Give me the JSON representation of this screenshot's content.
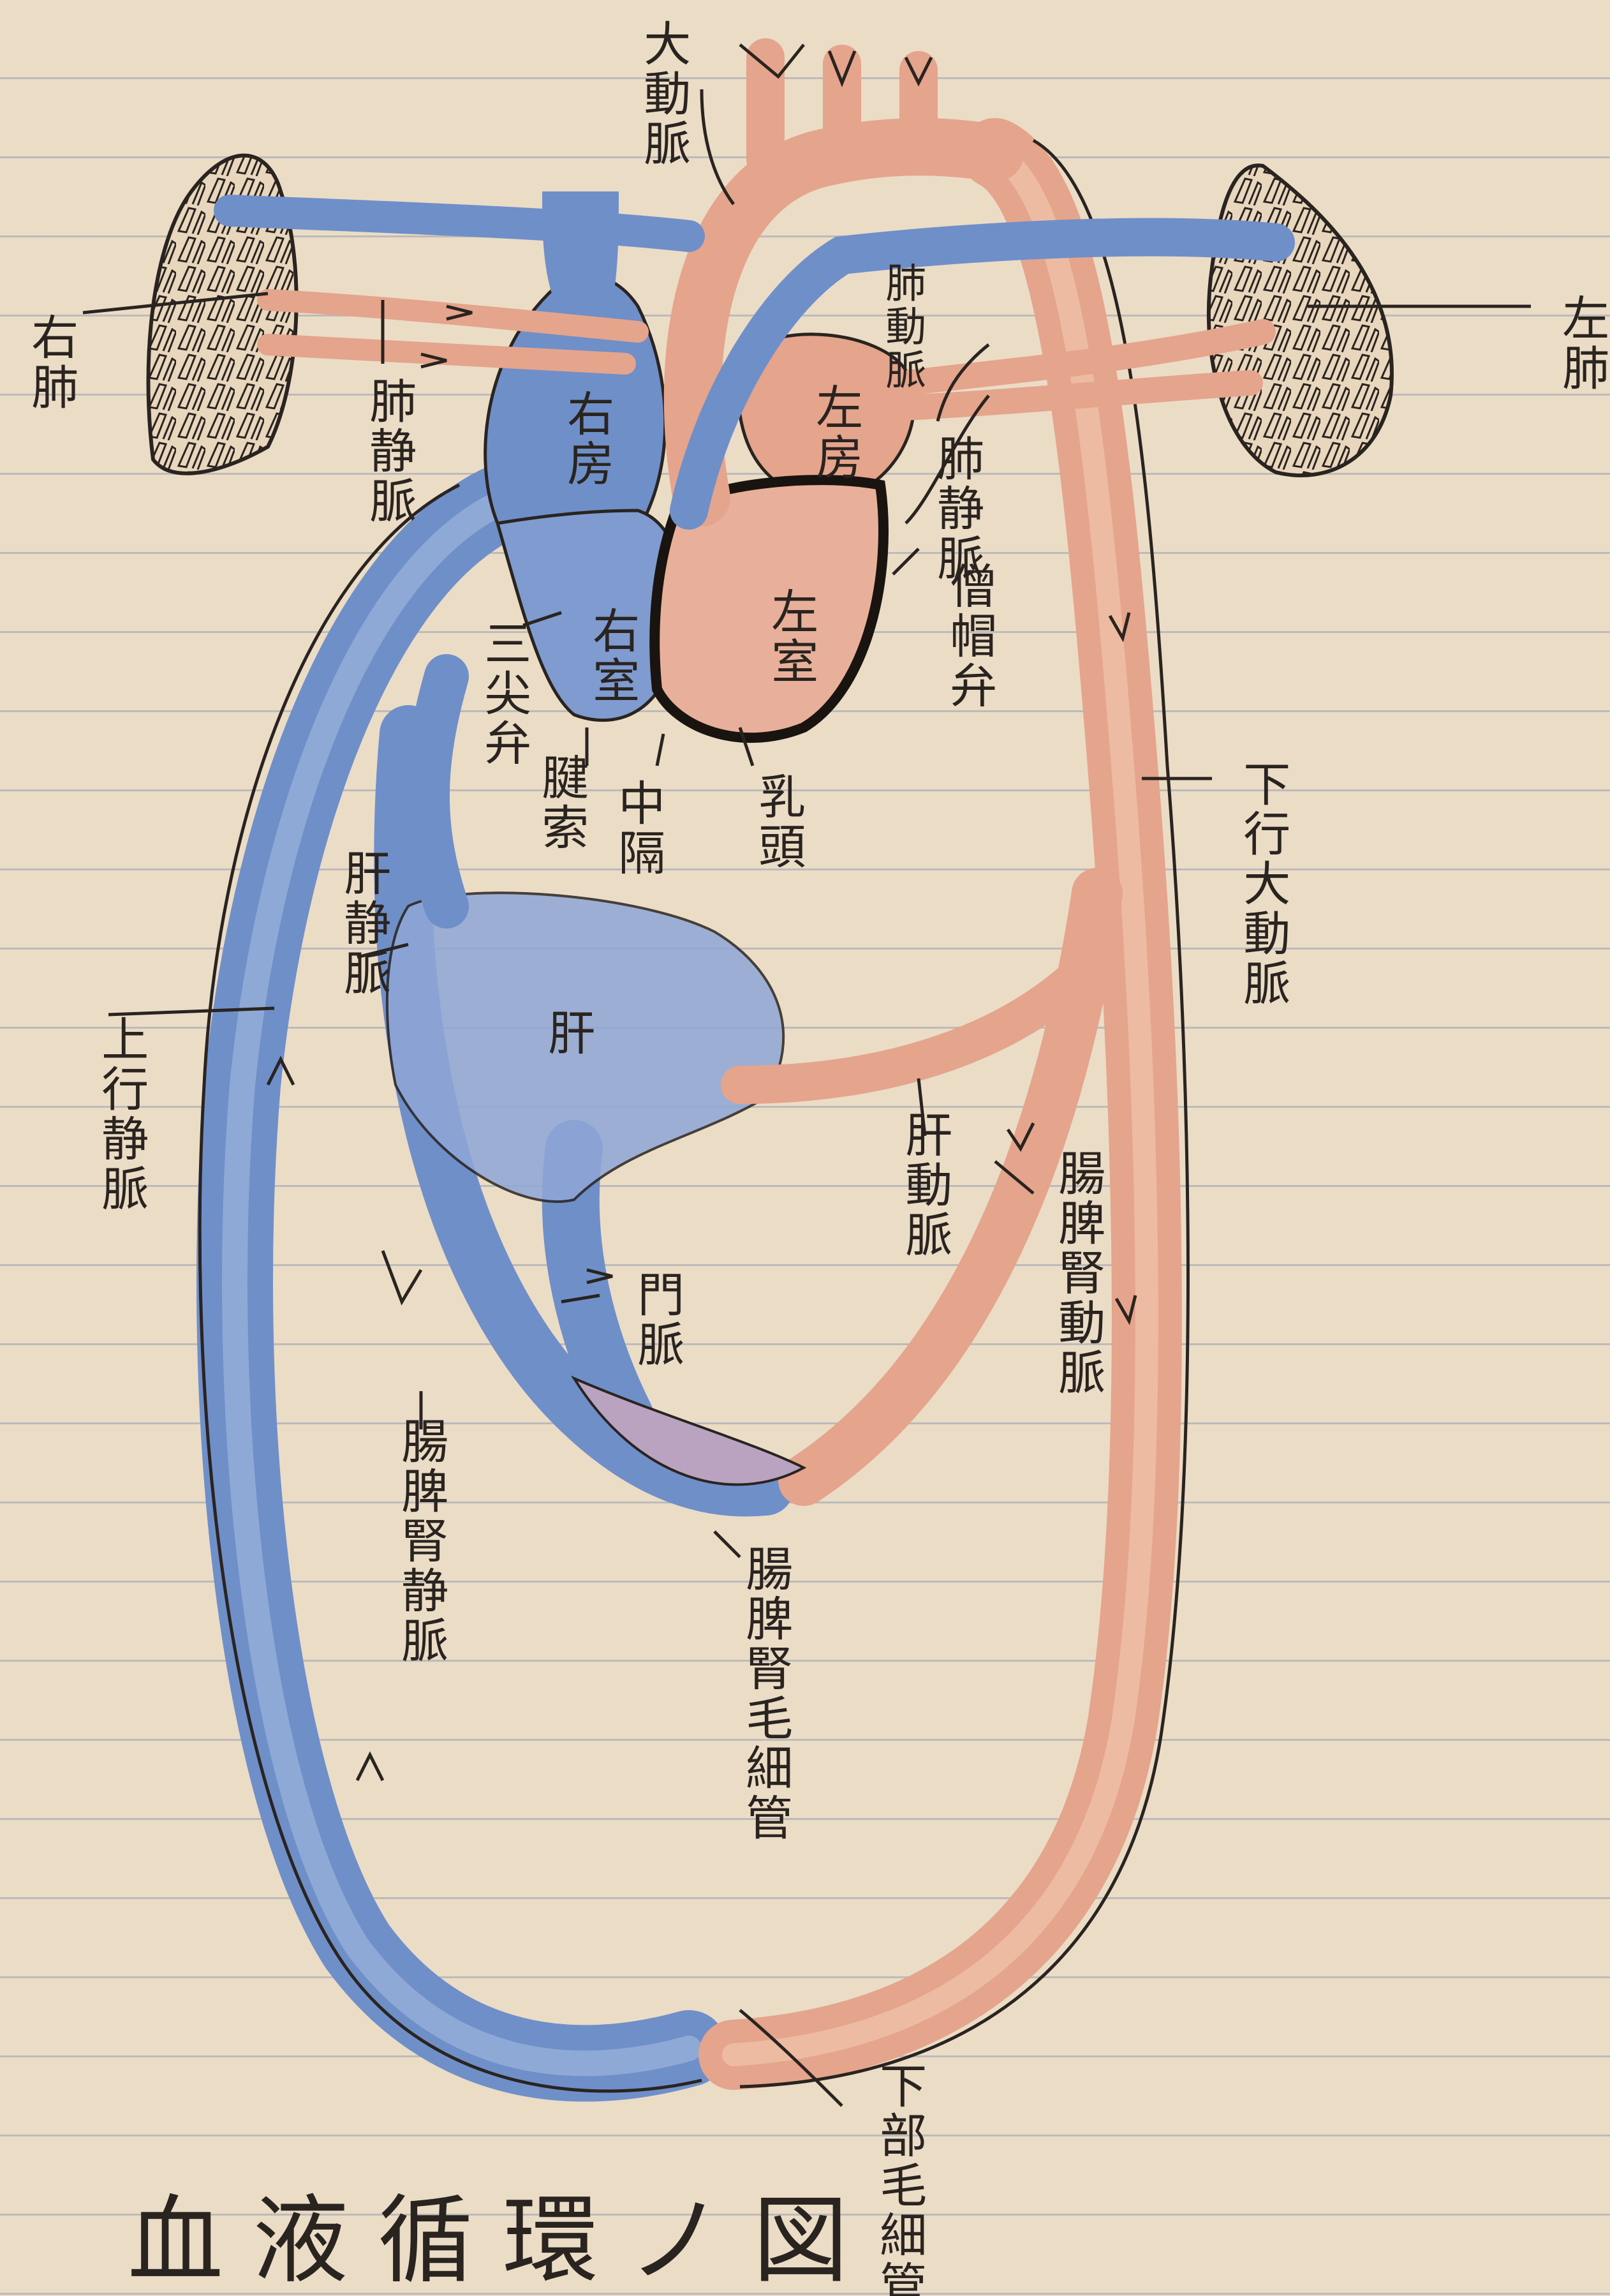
{
  "title": "血液循環ノ図",
  "labels": {
    "aorta": "大動脈",
    "pulmonary_artery": "肺動脈",
    "right_lung": "右肺",
    "left_lung": "左肺",
    "pulmonary_vein_left": "肺静脈",
    "pulmonary_vein_right": "肺静脈",
    "right_atrium": "右房",
    "left_atrium": "左房",
    "right_ventricle": "右室",
    "left_ventricle": "左室",
    "tricuspid_valve": "三尖弁",
    "bicuspid_valve": "僧帽弁",
    "tendon_cords": "腱索",
    "papillary_muscle": "乳頭",
    "septum": "中隔",
    "descending_aorta": "下行大動脈",
    "hepatic_vein": "肝静脈",
    "ascending_vein": "上行静脈",
    "liver": "肝",
    "hepatic_artery": "肝動脈",
    "intestinal_artery": "腸脾腎動脈",
    "portal_vein": "門脈",
    "intestinal_vein": "腸脾腎静脈",
    "intestinal_capillaries": "腸脾腎毛細管",
    "lower_capillaries": "下部毛細管"
  },
  "colors": {
    "paper": "#ebdcc6",
    "ruled_line": "#96a0af",
    "venous_blue": "#6f8fc9",
    "venous_blue_light": "#9db3dc",
    "arterial_red": "#e5a48c",
    "arterial_red_light": "#efc0a8",
    "ink": "#2a2420"
  }
}
